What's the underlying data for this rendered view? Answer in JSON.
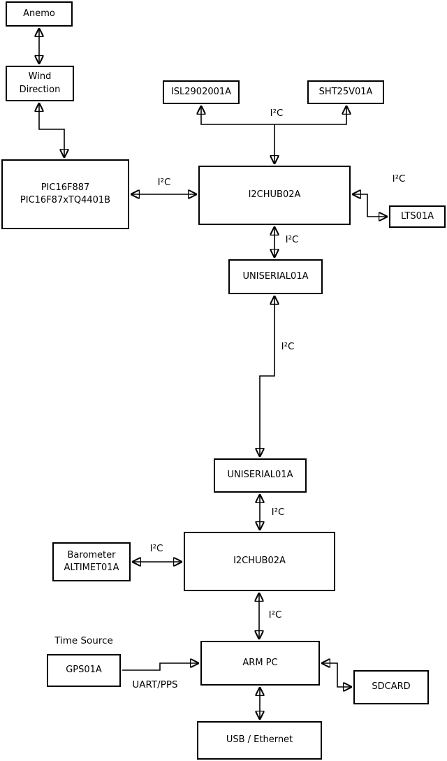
{
  "nodes": {
    "anemo": {
      "label": "Anemo"
    },
    "wind_direction": {
      "label": "Wind\nDirection"
    },
    "pic": {
      "label": "PIC16F887\nPIC16F87xTQ4401B"
    },
    "isl": {
      "label": "ISL2902001A"
    },
    "sht": {
      "label": "SHT25V01A"
    },
    "hub1": {
      "label": "I2CHUB02A"
    },
    "lts": {
      "label": "LTS01A"
    },
    "uniserial1": {
      "label": "UNISERIAL01A"
    },
    "uniserial2": {
      "label": "UNISERIAL01A"
    },
    "hub2": {
      "label": "I2CHUB02A"
    },
    "barometer": {
      "label": "Barometer\nALTIMET01A"
    },
    "gps": {
      "label": "GPS01A"
    },
    "arm_pc": {
      "label": "ARM PC"
    },
    "sdcard": {
      "label": "SDCARD"
    },
    "usb_ethernet": {
      "label": "USB / Ethernet"
    }
  },
  "edges": [
    {
      "from": "anemo",
      "to": "wind_direction",
      "type": "bidirectional",
      "label": ""
    },
    {
      "from": "wind_direction",
      "to": "pic",
      "type": "bidirectional",
      "label": ""
    },
    {
      "from": "hub1",
      "to": [
        "isl",
        "sht"
      ],
      "type": "branch",
      "label": "I²C"
    },
    {
      "from": "pic",
      "to": "hub1",
      "type": "bidirectional",
      "label": "I²C"
    },
    {
      "from": "hub1",
      "to": "lts",
      "type": "bidirectional",
      "label": "I²C"
    },
    {
      "from": "hub1",
      "to": "uniserial1",
      "type": "bidirectional",
      "label": "I²C"
    },
    {
      "from": "uniserial1",
      "to": "uniserial2",
      "type": "bidirectional",
      "label": "I²C"
    },
    {
      "from": "uniserial2",
      "to": "hub2",
      "type": "bidirectional",
      "label": "I²C"
    },
    {
      "from": "barometer",
      "to": "hub2",
      "type": "bidirectional",
      "label": "I²C"
    },
    {
      "from": "hub2",
      "to": "arm_pc",
      "type": "bidirectional",
      "label": "I²C"
    },
    {
      "from": "gps",
      "to": "arm_pc",
      "type": "directed",
      "label": "UART/PPS"
    },
    {
      "from": "arm_pc",
      "to": "sdcard",
      "type": "bidirectional",
      "label": ""
    },
    {
      "from": "arm_pc",
      "to": "usb_ethernet",
      "type": "bidirectional",
      "label": ""
    }
  ],
  "annotations": {
    "time_source": "Time Source"
  },
  "colors": {
    "line": "#000000",
    "background": "#ffffff"
  }
}
